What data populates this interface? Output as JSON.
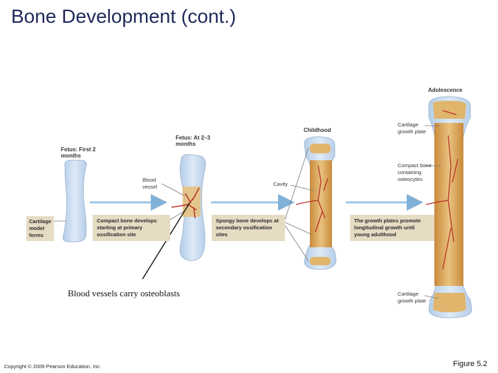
{
  "title": "Bone Development  (cont.)",
  "stages": {
    "first": "Fetus: First 2 months",
    "second": "Fetus: At 2–3 months",
    "childhood": "Childhood",
    "adolescence": "Adolescence"
  },
  "labels": {
    "cartilage_model": "Cartilage model forms",
    "blood_vessel": "Blood vessel",
    "cavity": "Cavity",
    "growth_plate_top": "Cartilage growth plate",
    "compact_bone_osteocytes": "Compact bone containing osteocytes",
    "growth_plate_bottom": "Cartilage growth plate"
  },
  "boxes": {
    "compact": "Compact bone develops starting at primary ossification site",
    "spongy": "Spongy bone develops at secondary ossification sites",
    "growth": "The growth plates promote longitudinal growth until young adulthood"
  },
  "caption": "Blood vessels carry osteoblasts",
  "copyright": "Copyright © 2009 Pearson Education, Inc.",
  "figure": "Figure 5.2",
  "colors": {
    "title": "#1f2a5a",
    "cartilage": "#c7dbef",
    "bone": "#d8a65a",
    "vessel": "#b8322a",
    "box": "#e6dcc4",
    "arrow": "#9cc4e4"
  }
}
